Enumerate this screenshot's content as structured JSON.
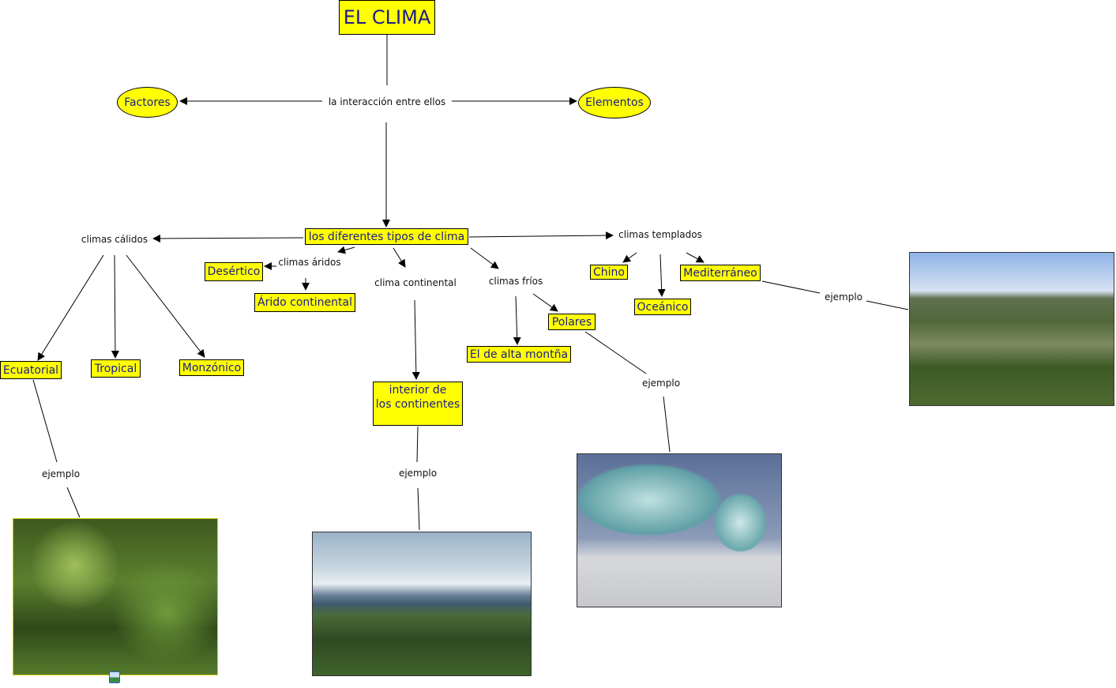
{
  "title": "EL CLIMA",
  "concepts": {
    "factores": "Factores",
    "elementos": "Elementos",
    "tipos": "los diferentes tipos de clima",
    "desertico": "Desértico",
    "arido_continental": "Árido continental",
    "ecuatorial": "Ecuatorial",
    "tropical": "Tropical",
    "monzonico": "Monzónico",
    "interior_1": "interior de",
    "interior_2": "los continentes",
    "chino": "Chino",
    "mediterraneo": "Mediterráneo",
    "oceanico": "Oceánico",
    "polares": "Polares",
    "alta_montana": "El de alta montña"
  },
  "linking_phrases": {
    "interaccion": "la interacción entre ellos",
    "calidos": "climas cálidos",
    "aridos": "climas áridos",
    "continental": "clima continental",
    "frios": "climas fríos",
    "templados": "climas templados",
    "ejemplo_1": "ejemplo",
    "ejemplo_2": "ejemplo",
    "ejemplo_3": "ejemplo",
    "ejemplo_4": "ejemplo"
  },
  "colors": {
    "concept_fill": "#ffff00",
    "concept_text": "#1c1c8a",
    "line": "#000000"
  },
  "icons": {
    "image_attachment": "image-icon"
  }
}
